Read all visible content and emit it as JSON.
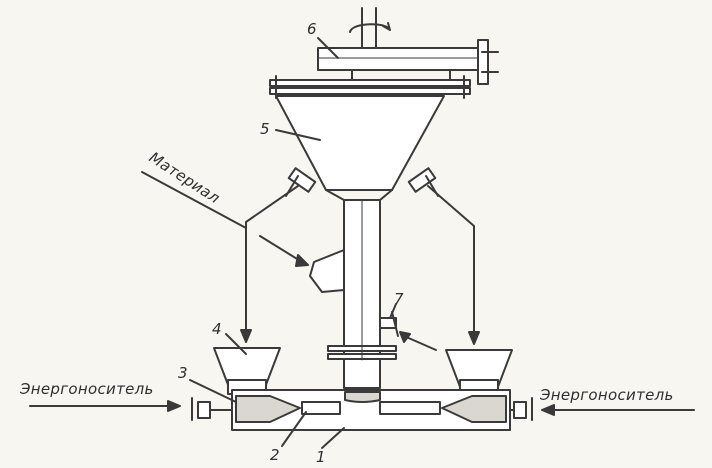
{
  "labels": {
    "material": "Материал",
    "energy_left": "Энергоноситель",
    "energy_right": "Энергоноситель"
  },
  "callouts": {
    "n1": "1",
    "n2": "2",
    "n3": "3",
    "n4": "4",
    "n5": "5",
    "n6": "6",
    "n7": "7"
  },
  "icons": {
    "rotation": "rotation-arrow-icon"
  },
  "colors": {
    "ink": "#3a3a3a",
    "paper": "#f7f6f1"
  }
}
